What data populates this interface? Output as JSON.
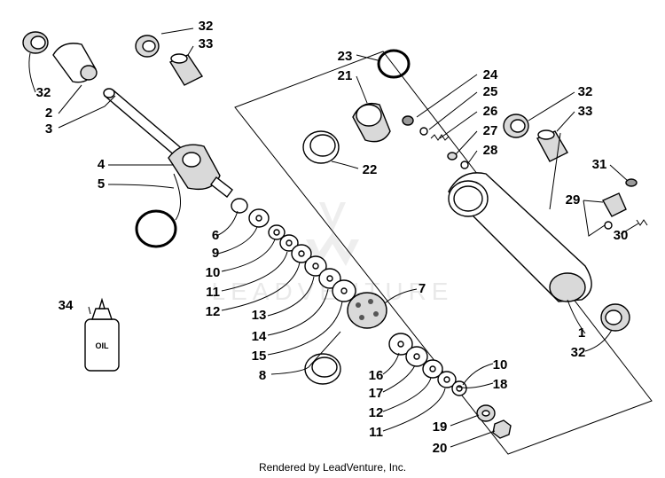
{
  "watermark": "LEADVENTURE",
  "footer": "Rendered by LeadVenture, Inc.",
  "bottle_label": "OIL",
  "callouts": [
    "32",
    "33",
    "32",
    "2",
    "3",
    "4",
    "5",
    "6",
    "9",
    "10",
    "11",
    "12",
    "13",
    "14",
    "15",
    "8",
    "34",
    "23",
    "21",
    "22",
    "24",
    "25",
    "26",
    "27",
    "28",
    "32",
    "33",
    "31",
    "29",
    "30",
    "7",
    "1",
    "32",
    "16",
    "10",
    "17",
    "18",
    "12",
    "11",
    "19",
    "20"
  ]
}
